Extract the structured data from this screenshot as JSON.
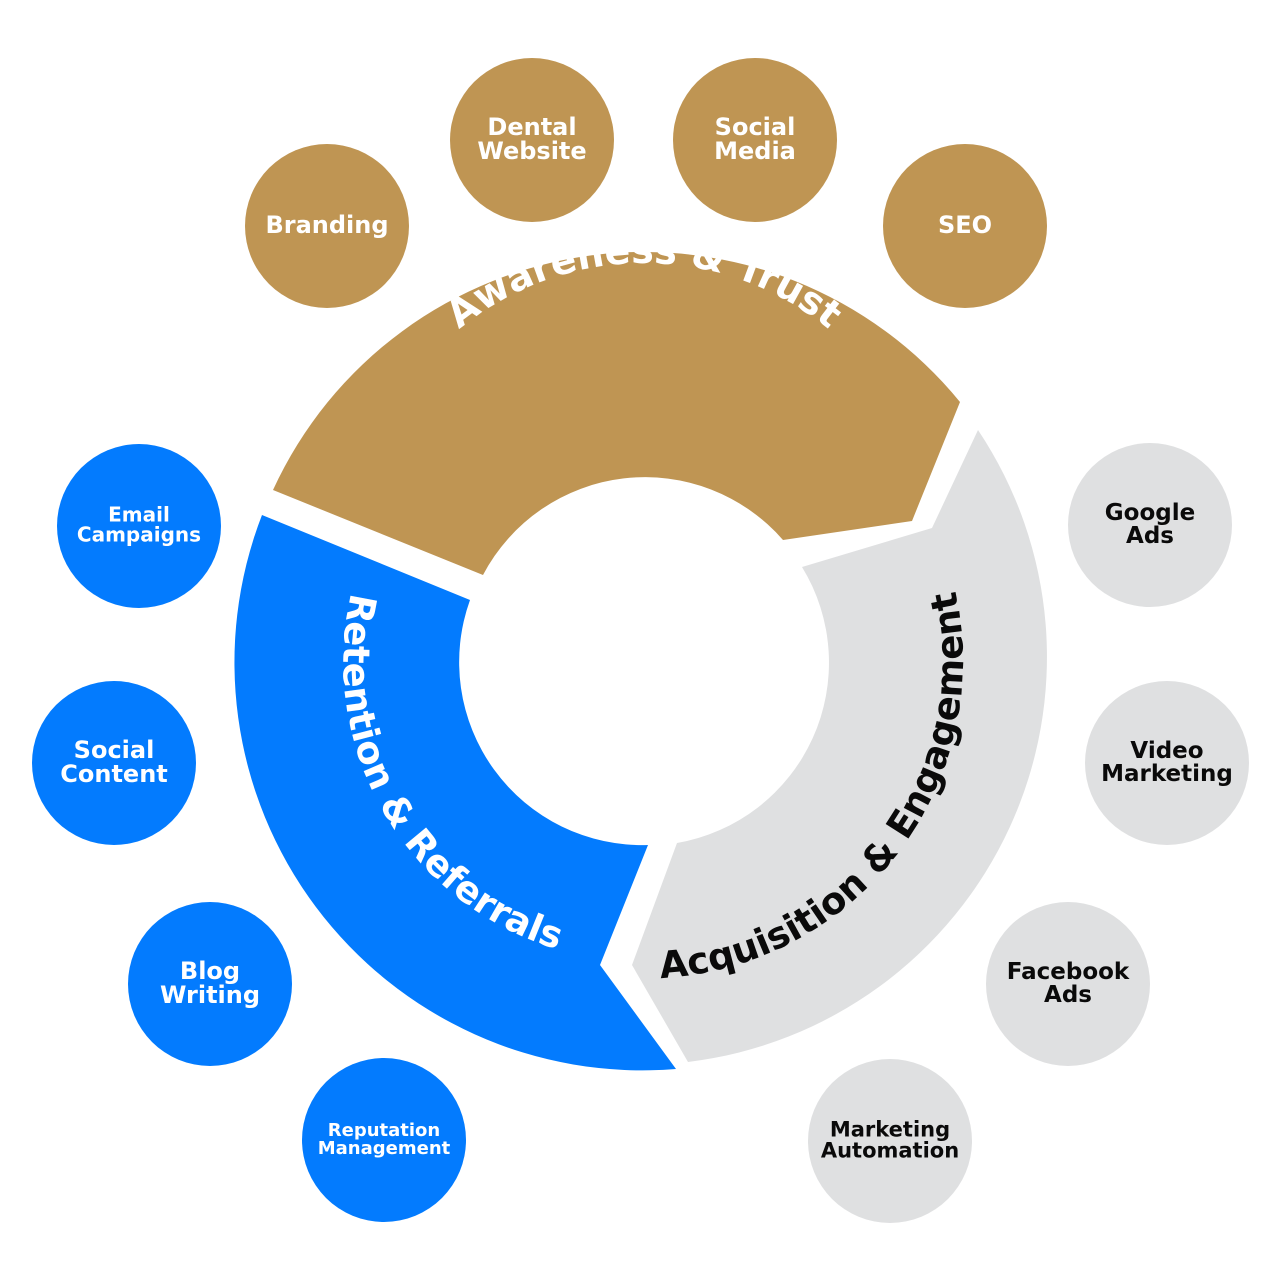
{
  "colors": {
    "gold": "#BF9553",
    "blue": "#037BFE",
    "gray": "#DFE0E1",
    "white_text": "#FFFFFF",
    "dark_text": "#0A0A0A"
  },
  "segments": [
    {
      "id": "awareness",
      "label": "Awareness & Trust",
      "color": "gold",
      "text_color": "white_text"
    },
    {
      "id": "acquisition",
      "label": "Acquisition & Engagement",
      "color": "gray",
      "text_color": "dark_text"
    },
    {
      "id": "retention",
      "label": "Retention & Referrals",
      "color": "blue",
      "text_color": "white_text"
    }
  ],
  "bubbles": [
    {
      "segment": "awareness",
      "lines": [
        "Branding"
      ]
    },
    {
      "segment": "awareness",
      "lines": [
        "Dental",
        "Website"
      ]
    },
    {
      "segment": "awareness",
      "lines": [
        "Social",
        "Media"
      ]
    },
    {
      "segment": "awareness",
      "lines": [
        "SEO"
      ]
    },
    {
      "segment": "acquisition",
      "lines": [
        "Google",
        "Ads"
      ]
    },
    {
      "segment": "acquisition",
      "lines": [
        "Video",
        "Marketing"
      ]
    },
    {
      "segment": "acquisition",
      "lines": [
        "Facebook",
        "Ads"
      ]
    },
    {
      "segment": "acquisition",
      "lines": [
        "Marketing",
        "Automation"
      ]
    },
    {
      "segment": "retention",
      "lines": [
        "Email",
        "Campaigns"
      ]
    },
    {
      "segment": "retention",
      "lines": [
        "Social",
        "Content"
      ]
    },
    {
      "segment": "retention",
      "lines": [
        "Blog",
        "Writing"
      ]
    },
    {
      "segment": "retention",
      "lines": [
        "Reputation",
        "Management"
      ]
    }
  ]
}
